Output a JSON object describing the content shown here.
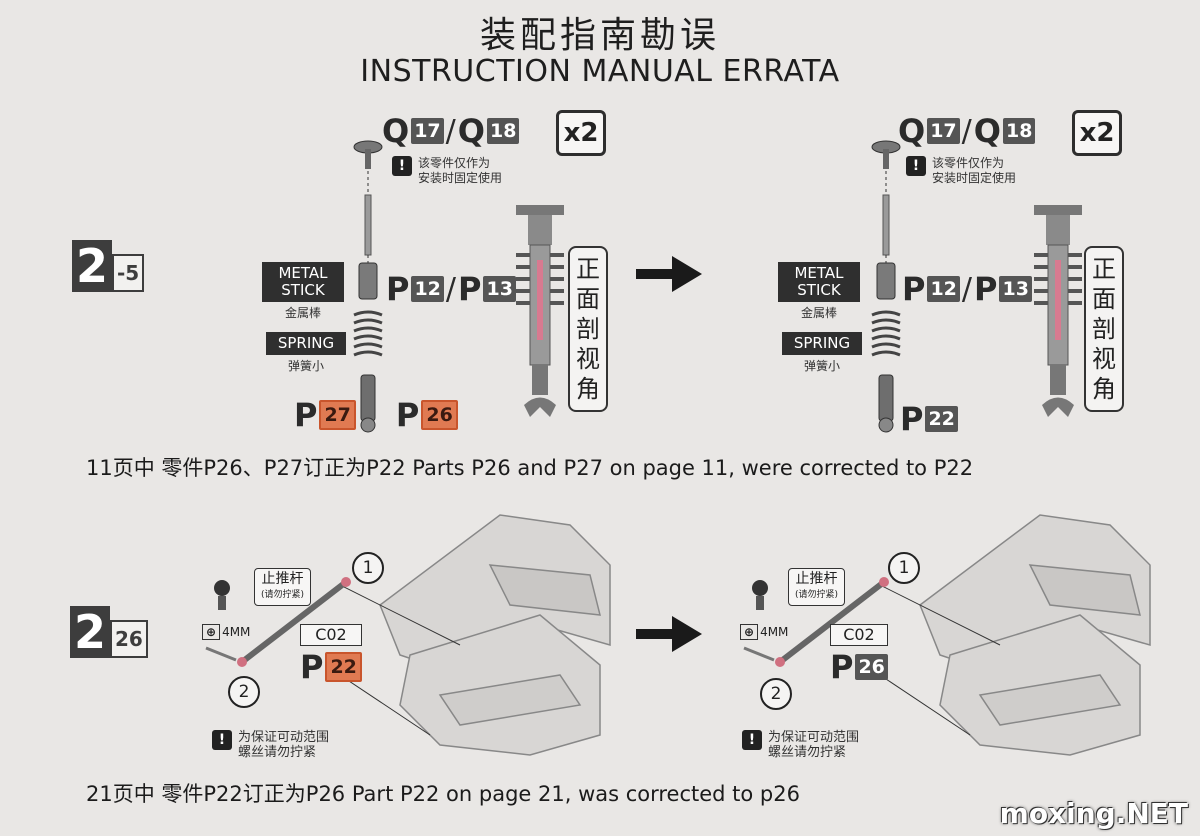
{
  "header": {
    "title_cn": "装配指南勘误",
    "title_en": "INSTRUCTION MANUAL ERRATA"
  },
  "section1": {
    "step": {
      "main": "2",
      "sub": "-5"
    },
    "multiplier": "x2",
    "top_part": {
      "prefix_a": "Q",
      "num_a": "17",
      "prefix_b": "Q",
      "num_b": "18"
    },
    "note": {
      "icon": "!",
      "line1": "该零件仅作为",
      "line2": "安装时固定使用"
    },
    "metal_stick": {
      "line1": "METAL",
      "line2": "STICK",
      "cn": "金属棒"
    },
    "spring": {
      "label": "SPRING",
      "cn": "弹簧小"
    },
    "mid_part": {
      "prefix_a": "P",
      "num_a": "12",
      "prefix_b": "P",
      "num_b": "13"
    },
    "wrong_part": {
      "prefix_a": "P",
      "num_a": "27",
      "prefix_b": "P",
      "num_b": "26"
    },
    "right_part": {
      "prefix": "P",
      "num": "22"
    },
    "section_view_label": "正面剖视角",
    "caption": "11页中 零件P26、P27订正为P22  Parts P26 and P27 on page 11, were corrected to P22"
  },
  "section2": {
    "step": {
      "main": "2",
      "sub": "26"
    },
    "marker1": "1",
    "marker2": "2",
    "rod_label": {
      "cn": "止推杆",
      "sub": "(请勿拧紧)"
    },
    "tool": {
      "icon": "⊕",
      "label": "4MM"
    },
    "code": "C02",
    "wrong_part": {
      "prefix": "P",
      "num": "22"
    },
    "right_part": {
      "prefix": "P",
      "num": "26"
    },
    "note": {
      "icon": "!",
      "line1": "为保证可动范围",
      "line2": "螺丝请勿拧紧"
    },
    "caption": "21页中 零件P22订正为P26  Part P22 on page 21, was corrected to p26"
  },
  "watermark": "moxing.NET"
}
